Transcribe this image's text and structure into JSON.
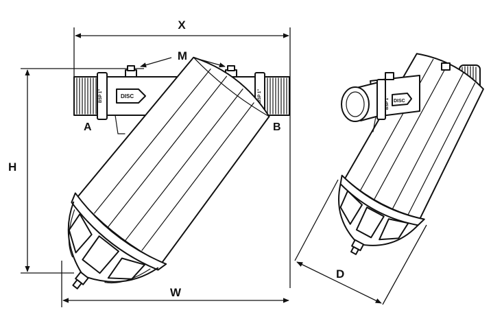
{
  "labels": {
    "x": "X",
    "m": "M",
    "h": "H",
    "a": "A",
    "b": "B",
    "w": "W",
    "d": "D",
    "disc_left": "DISC",
    "disc_right": "DISC",
    "bsp_left": "BSP 1\"",
    "bsp_right": "BSP 1\"",
    "bsp_iso": "BSP 1\""
  },
  "colors": {
    "line": "#111111",
    "background": "#ffffff"
  }
}
